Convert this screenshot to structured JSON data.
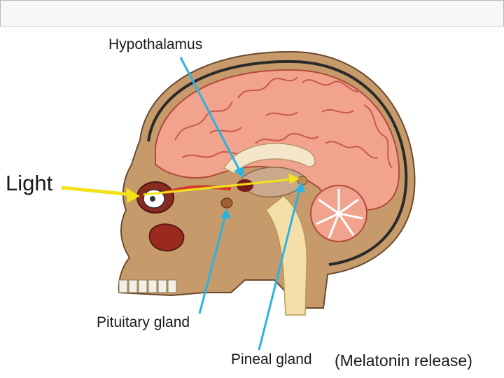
{
  "labels": {
    "hypothalamus": "Hypothalamus",
    "light": "Light",
    "pituitary": "Pituitary gland",
    "pineal": "Pineal gland",
    "melatonin": "(Melatonin release)"
  },
  "colors": {
    "pointer": "#2bb3e0",
    "light_arrow": "#f3e21a",
    "brain": "#f2a38e",
    "skull": "#c69a6a"
  }
}
